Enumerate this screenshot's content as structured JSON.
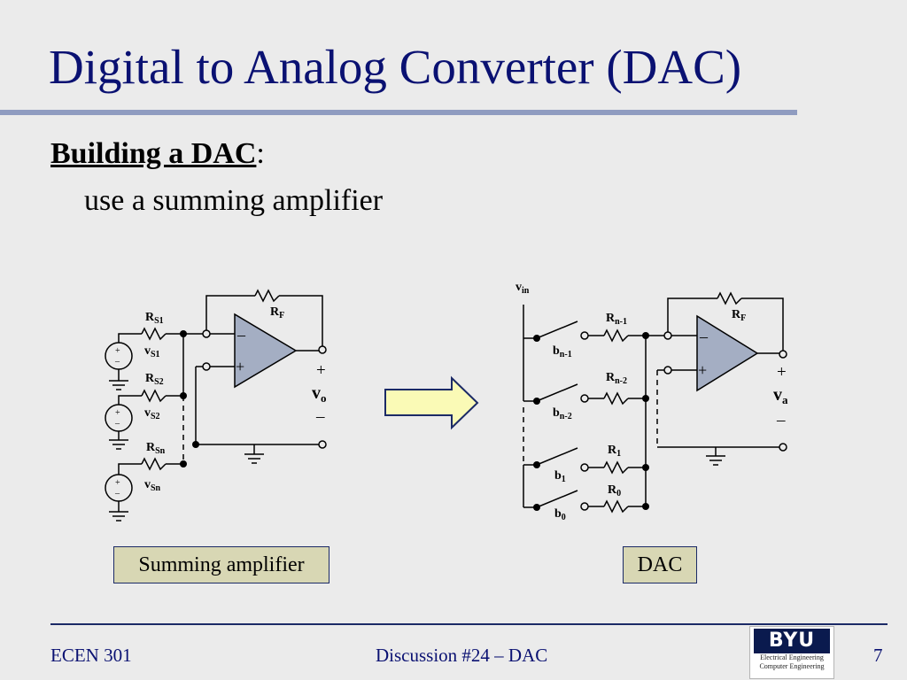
{
  "slide": {
    "title": "Digital to Analog Converter (DAC)",
    "heading_bold": "Building a DAC",
    "heading_colon": ":",
    "subline": "use a summing amplifier"
  },
  "summing_amp": {
    "caption": "Summing amplifier",
    "resistors": [
      {
        "main": "R",
        "sub": "S1"
      },
      {
        "main": "R",
        "sub": "S2"
      },
      {
        "main": "R",
        "sub": "Sn"
      }
    ],
    "sources": [
      {
        "main": "v",
        "sub": "S1"
      },
      {
        "main": "v",
        "sub": "S2"
      },
      {
        "main": "v",
        "sub": "Sn"
      }
    ],
    "feedback": {
      "main": "R",
      "sub": "F"
    },
    "output": {
      "plus": "+",
      "main": "v",
      "sub": "o",
      "minus": "–"
    },
    "opamp_minus": "–",
    "opamp_plus": "+",
    "source_plus": "+",
    "source_minus": "–"
  },
  "dac": {
    "caption": "DAC",
    "vin": {
      "main": "v",
      "sub": "in"
    },
    "resistors": [
      {
        "main": "R",
        "sub": "n-1"
      },
      {
        "main": "R",
        "sub": "n-2"
      },
      {
        "main": "R",
        "sub": "1"
      },
      {
        "main": "R",
        "sub": "0"
      }
    ],
    "bits": [
      {
        "main": "b",
        "sub": "n-1"
      },
      {
        "main": "b",
        "sub": "n-2"
      },
      {
        "main": "b",
        "sub": "1"
      },
      {
        "main": "b",
        "sub": "0"
      }
    ],
    "feedback": {
      "main": "R",
      "sub": "F"
    },
    "output": {
      "plus": "+",
      "main": "v",
      "sub": "a",
      "minus": "–"
    },
    "opamp_minus": "–",
    "opamp_plus": "+"
  },
  "footer": {
    "course": "ECEN 301",
    "topic": "Discussion #24 – DAC",
    "page": "7",
    "logo_main": "BYU",
    "logo_line1": "Electrical Engineering",
    "logo_line2": "Computer Engineering"
  }
}
